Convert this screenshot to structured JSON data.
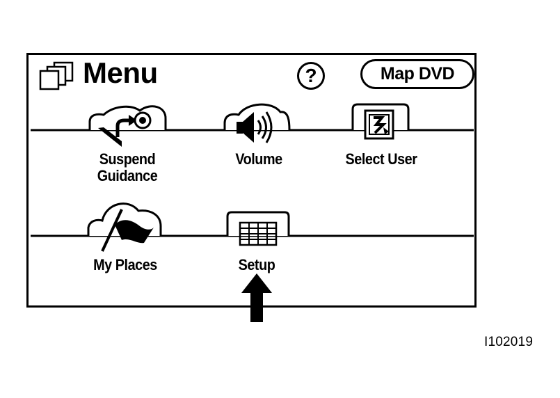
{
  "header": {
    "title": "Menu",
    "help_label": "?",
    "map_dvd_label": "Map DVD"
  },
  "menu": {
    "items": [
      {
        "line1": "Suspend",
        "line2": "Guidance",
        "icon": "suspend-guidance-icon"
      },
      {
        "line1": "Volume",
        "icon": "speaker-icon"
      },
      {
        "line1": "Select User",
        "icon": "user-card-icon"
      },
      {
        "line1": "My Places",
        "icon": "flag-icon"
      },
      {
        "line1": "Setup",
        "icon": "grid-icon"
      }
    ]
  },
  "figure_id": "I102019"
}
